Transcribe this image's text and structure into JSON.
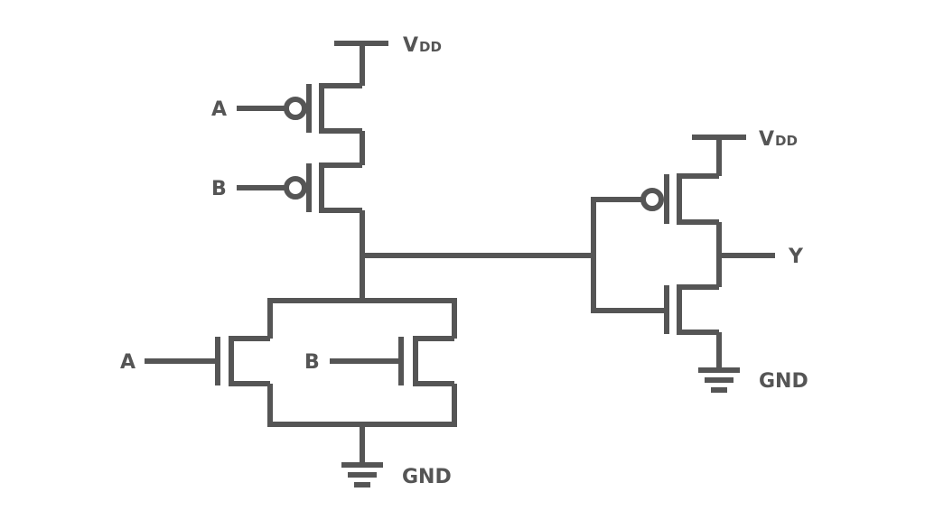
{
  "diagram": {
    "stroke_color": "#555555",
    "background_color": "#ffffff",
    "supply": {
      "main": "V",
      "sub": "DD"
    },
    "ground": "GND",
    "inputs": {
      "pmos_a": "A",
      "pmos_b": "B",
      "nmos_a": "A",
      "nmos_b": "B"
    },
    "output": "Y"
  }
}
